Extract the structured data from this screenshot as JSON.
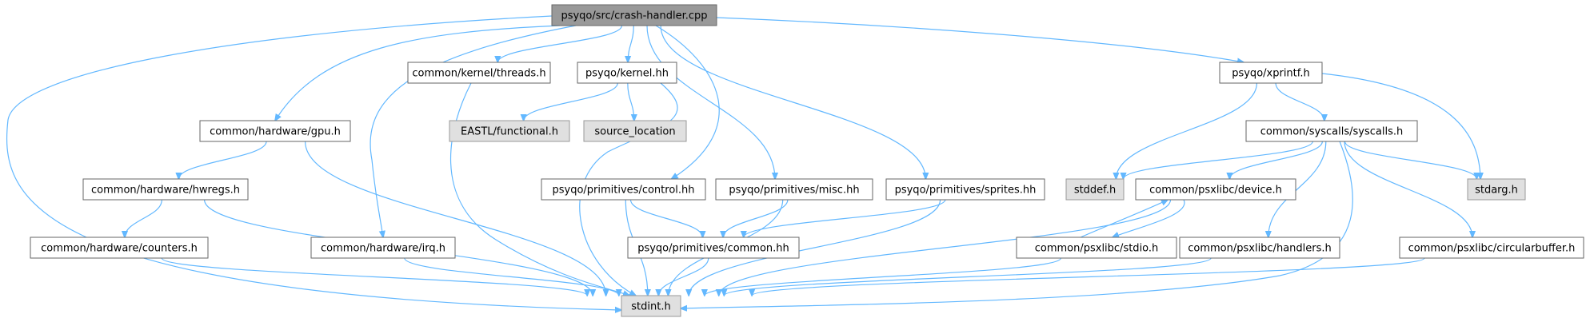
{
  "diagram": {
    "type": "include-dependency-graph",
    "colors": {
      "edge": "#63b8ff",
      "root_fill": "#999999",
      "external_fill": "#e0e0e0",
      "node_fill": "#ffffff",
      "node_border": "#666666"
    },
    "nodes": [
      {
        "id": "crash_handler",
        "label": "psyqo/src/crash-handler.cpp",
        "kind": "root"
      },
      {
        "id": "gpu",
        "label": "common/hardware/gpu.h",
        "kind": "header"
      },
      {
        "id": "threads",
        "label": "common/kernel/threads.h",
        "kind": "header"
      },
      {
        "id": "kernel",
        "label": "psyqo/kernel.hh",
        "kind": "header"
      },
      {
        "id": "xprintf",
        "label": "psyqo/xprintf.h",
        "kind": "header"
      },
      {
        "id": "functional",
        "label": "EASTL/functional.h",
        "kind": "external"
      },
      {
        "id": "source_location",
        "label": "source_location",
        "kind": "external"
      },
      {
        "id": "syscalls",
        "label": "common/syscalls/syscalls.h",
        "kind": "header"
      },
      {
        "id": "hwregs",
        "label": "common/hardware/hwregs.h",
        "kind": "header"
      },
      {
        "id": "control",
        "label": "psyqo/primitives/control.hh",
        "kind": "header"
      },
      {
        "id": "misc",
        "label": "psyqo/primitives/misc.hh",
        "kind": "header"
      },
      {
        "id": "sprites",
        "label": "psyqo/primitives/sprites.hh",
        "kind": "header"
      },
      {
        "id": "stddef",
        "label": "stddef.h",
        "kind": "external"
      },
      {
        "id": "device",
        "label": "common/psxlibc/device.h",
        "kind": "header"
      },
      {
        "id": "stdarg",
        "label": "stdarg.h",
        "kind": "external"
      },
      {
        "id": "counters",
        "label": "common/hardware/counters.h",
        "kind": "header"
      },
      {
        "id": "irq",
        "label": "common/hardware/irq.h",
        "kind": "header"
      },
      {
        "id": "common_hh",
        "label": "psyqo/primitives/common.hh",
        "kind": "header"
      },
      {
        "id": "stdio",
        "label": "common/psxlibc/stdio.h",
        "kind": "header"
      },
      {
        "id": "handlers",
        "label": "common/psxlibc/handlers.h",
        "kind": "header"
      },
      {
        "id": "circularbuffer",
        "label": "common/psxlibc/circularbuffer.h",
        "kind": "header"
      },
      {
        "id": "stdint",
        "label": "stdint.h",
        "kind": "external"
      }
    ],
    "edges": [
      {
        "from": "crash_handler",
        "to": "stdint"
      },
      {
        "from": "crash_handler",
        "to": "gpu"
      },
      {
        "from": "crash_handler",
        "to": "irq"
      },
      {
        "from": "crash_handler",
        "to": "threads"
      },
      {
        "from": "crash_handler",
        "to": "kernel"
      },
      {
        "from": "crash_handler",
        "to": "control"
      },
      {
        "from": "crash_handler",
        "to": "misc"
      },
      {
        "from": "crash_handler",
        "to": "sprites"
      },
      {
        "from": "crash_handler",
        "to": "xprintf"
      },
      {
        "from": "gpu",
        "to": "hwregs"
      },
      {
        "from": "gpu",
        "to": "stdint"
      },
      {
        "from": "hwregs",
        "to": "counters"
      },
      {
        "from": "hwregs",
        "to": "stdint"
      },
      {
        "from": "counters",
        "to": "stdint"
      },
      {
        "from": "irq",
        "to": "stdint"
      },
      {
        "from": "threads",
        "to": "stdint"
      },
      {
        "from": "kernel",
        "to": "functional"
      },
      {
        "from": "kernel",
        "to": "source_location"
      },
      {
        "from": "kernel",
        "to": "stdint"
      },
      {
        "from": "control",
        "to": "common_hh"
      },
      {
        "from": "control",
        "to": "stdint"
      },
      {
        "from": "misc",
        "to": "common_hh"
      },
      {
        "from": "misc",
        "to": "stdint"
      },
      {
        "from": "sprites",
        "to": "common_hh"
      },
      {
        "from": "sprites",
        "to": "stdint"
      },
      {
        "from": "common_hh",
        "to": "stdint"
      },
      {
        "from": "xprintf",
        "to": "syscalls"
      },
      {
        "from": "xprintf",
        "to": "stddef"
      },
      {
        "from": "xprintf",
        "to": "stdarg"
      },
      {
        "from": "syscalls",
        "to": "stddef"
      },
      {
        "from": "syscalls",
        "to": "device"
      },
      {
        "from": "syscalls",
        "to": "stdarg"
      },
      {
        "from": "syscalls",
        "to": "handlers"
      },
      {
        "from": "syscalls",
        "to": "circularbuffer"
      },
      {
        "from": "syscalls",
        "to": "stdint"
      },
      {
        "from": "device",
        "to": "stdio"
      },
      {
        "from": "device",
        "to": "stdint"
      },
      {
        "from": "stdio",
        "to": "device"
      },
      {
        "from": "stdio",
        "to": "stdint"
      },
      {
        "from": "handlers",
        "to": "stdint"
      },
      {
        "from": "circularbuffer",
        "to": "stdint"
      }
    ]
  }
}
